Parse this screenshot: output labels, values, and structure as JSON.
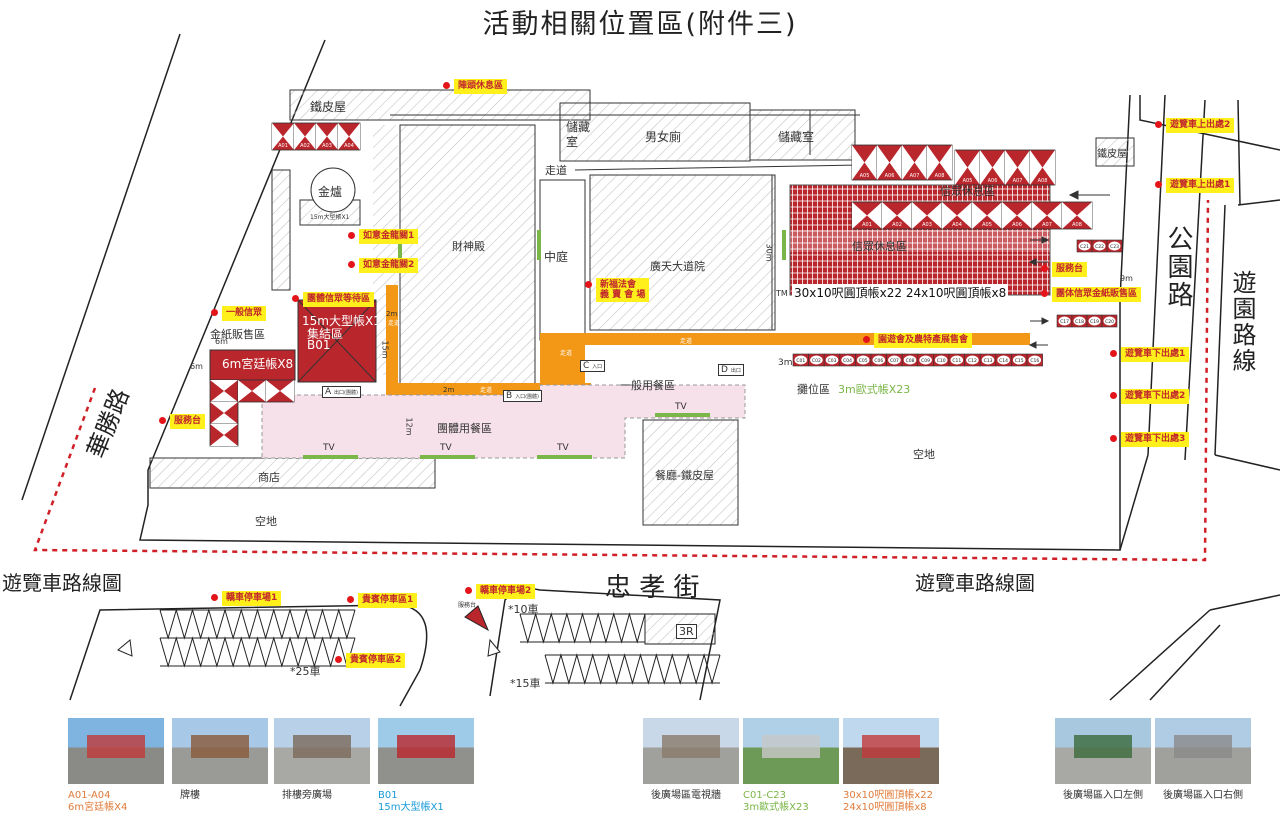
{
  "title": "活動相關位置區(附件三)",
  "roads": {
    "huasheng": "華勝路",
    "gongyuan": "公園路",
    "yuanlu": "遊園路線",
    "zhongxiao": "忠 孝 街",
    "route_left": "遊覽車路線圖",
    "route_right": "遊覽車路線圖"
  },
  "buildings": {
    "tiepiwu_top": "鐵皮屋",
    "storage_small": "儲藏室",
    "restroom": "男女廁",
    "storage": "儲藏室",
    "tiepiwu_right": "鐵皮屋",
    "corridor_top": "走道",
    "incense_burner": "金爐",
    "caishen_hall": "財神殿",
    "courtyard": "中庭",
    "guangtian_hall": "廣天大道院",
    "shop": "商店",
    "empty_lot_left": "空地",
    "empty_lot_right": "空地",
    "restaurant": "餐廳-鐵皮屋",
    "general_dining": "一般用餐區",
    "group_dining": "團體用餐區",
    "stall_area": "攤位區",
    "stall_tents": "3m歐式帳X23",
    "believers_rest_top": "信眾休息區",
    "believers_rest": "信眾休息區",
    "tent_summary": "30x10呎圓頂帳x22  24x10呎圓頂帳x8",
    "gold_paper_area": "金紙販售區",
    "gong_tent": "6m宮廷帳X8",
    "big_tent": "15m大型帳X1",
    "assembly": "集結區",
    "assembly_code": "B01",
    "big_tent_small": "15m大型帳X1",
    "walkway1": "走道",
    "walkway2": "走道",
    "walkway3": "走道",
    "walkway_h": "走道",
    "tv": "TV",
    "entrance_a": "A",
    "entrance_a_text": "出口(團體)",
    "entrance_b": "B",
    "entrance_b_text": "入口(團體)",
    "entrance_c": "C",
    "entrance_c_text": "入口",
    "entrance_d": "D",
    "entrance_d_text": "出口",
    "dim_30m": "30m",
    "dim_6m_a": "6m",
    "dim_6m_b": "6m",
    "dim_15m": "15m",
    "dim_12m": "12m",
    "dim_2m_a": "2m",
    "dim_2m_b": "2m",
    "dim_3m": "3m",
    "dim_9m": "9m",
    "tm": "TM"
  },
  "tags": {
    "stage_rest": "陣頭休息區",
    "ruyi1": "如意金龍關1",
    "ruyi2": "如意金龍關2",
    "group_wait": "團體信眾等待區",
    "general_believer": "一般信眾",
    "service_left": "服務台",
    "xinfu": "新福法會",
    "xinfu2": "義 賣 會 場",
    "service_right": "服務台",
    "group_paper": "團体信眾金紙販售區",
    "products": "園遊會及農特產展售會",
    "bus_up2": "遊覽車上出處2",
    "bus_up1": "遊覽車上出處1",
    "bus_down1": "遊覽車下出處1",
    "bus_down2": "遊覽車下出處2",
    "bus_down3": "遊覽車下出處3",
    "parking1": "轎車停車場1",
    "vip1": "貴賓停車區1",
    "vip2": "貴賓停車區2",
    "parking2": "轎車停車場2"
  },
  "parking": {
    "cars_25": "*25車",
    "cars_10": "*10車",
    "cars_15": "*15車",
    "service_small": "服務台",
    "box_3r": "3R"
  },
  "tent_codes": {
    "a_top": [
      "A01",
      "A02",
      "A03",
      "A04"
    ],
    "a_right_top": [
      "A05",
      "A06",
      "A07",
      "A08",
      "A05",
      "A06",
      "A07",
      "A08"
    ],
    "a_right_mid": [
      "A01",
      "A02",
      "A03",
      "A04",
      "A05",
      "A06",
      "A07",
      "A08"
    ],
    "c_right": [
      "C21",
      "C22",
      "C23"
    ],
    "c_right2": [
      "C17",
      "C18",
      "C19",
      "C20"
    ],
    "c_row": [
      "C01",
      "C02",
      "C03",
      "C04",
      "C05",
      "C06",
      "C07",
      "C08",
      "C09",
      "C10",
      "C11",
      "C12",
      "C13",
      "C14",
      "C15",
      "C16"
    ]
  },
  "photos": [
    {
      "caption1": "A01-A04",
      "caption2": "6m宮廷帳X4",
      "color": "#e07b39"
    },
    {
      "caption1": "牌樓",
      "caption2": "",
      "color": "#333333"
    },
    {
      "caption1": "排樓旁廣場",
      "caption2": "",
      "color": "#333333"
    },
    {
      "caption1": "B01",
      "caption2": "15m大型帳X1",
      "color": "#1a9ad6"
    },
    {
      "caption1": "後廣場區電視牆",
      "caption2": "",
      "color": "#333333"
    },
    {
      "caption1": "C01-C23",
      "caption2": "3m歐式帳X23",
      "color": "#7ab648"
    },
    {
      "caption1": "30x10呎圓頂帳x22",
      "caption2": "24x10呎圓頂帳x8",
      "color": "#e07b39"
    },
    {
      "caption1": "後廣場區入口左側",
      "caption2": "",
      "color": "#333333"
    },
    {
      "caption1": "後廣場區入口右側",
      "caption2": "",
      "color": "#333333"
    }
  ]
}
